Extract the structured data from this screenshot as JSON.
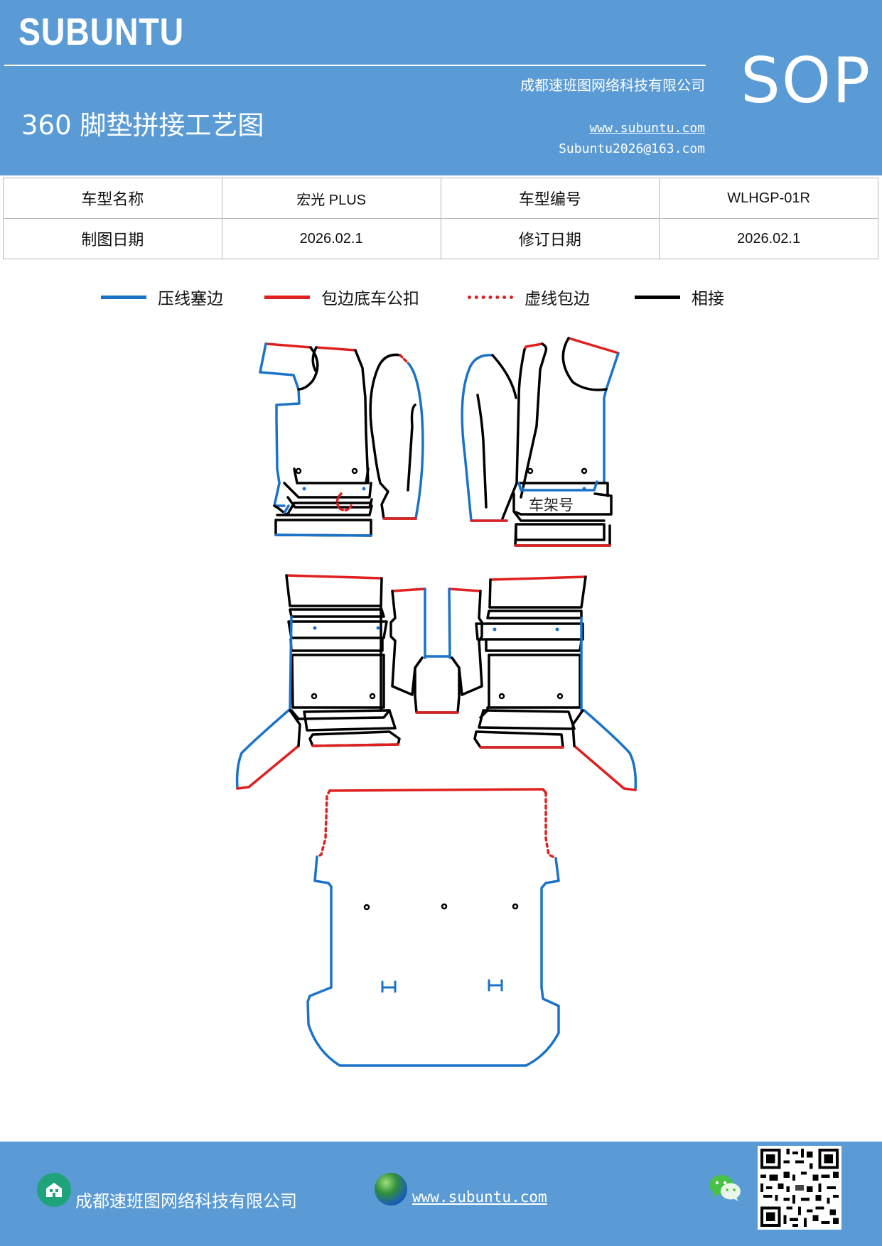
{
  "header": {
    "brand": "SUBUNTU",
    "sop": "SOP",
    "title": "360 脚垫拼接工艺图",
    "company": "成都速班图网络科技有限公司",
    "website": "www.subuntu.com",
    "email": "Subuntu2026@163.com"
  },
  "info_table": {
    "model_name_label": "车型名称",
    "model_name_value": "宏光 PLUS",
    "model_code_label": "车型编号",
    "model_code_value": "WLHGP-01R",
    "draw_date_label": "制图日期",
    "draw_date_value": "2026.02.1",
    "revise_date_label": "修订日期",
    "revise_date_value": "2026.02.1"
  },
  "legend": [
    {
      "label": "压线塞边",
      "color": "#1a73c8",
      "style": "solid"
    },
    {
      "label": "包边底车公扣",
      "color": "#e02020",
      "style": "solid"
    },
    {
      "label": "虚线包边",
      "color": "#e02020",
      "style": "dotted"
    },
    {
      "label": "相接",
      "color": "#000000",
      "style": "solid"
    }
  ],
  "diagram": {
    "frame_number_label": "车架号"
  },
  "footer": {
    "company": "成都速班图网络科技有限公司",
    "website": "www.subuntu.com"
  },
  "colors": {
    "brand_blue": "#5b9bd5",
    "press_line": "#1a73c8",
    "edge_red": "#e02020",
    "joint_black": "#000000"
  },
  "icons": [
    "building-icon",
    "globe-icon",
    "wechat-icon",
    "qr-code"
  ]
}
